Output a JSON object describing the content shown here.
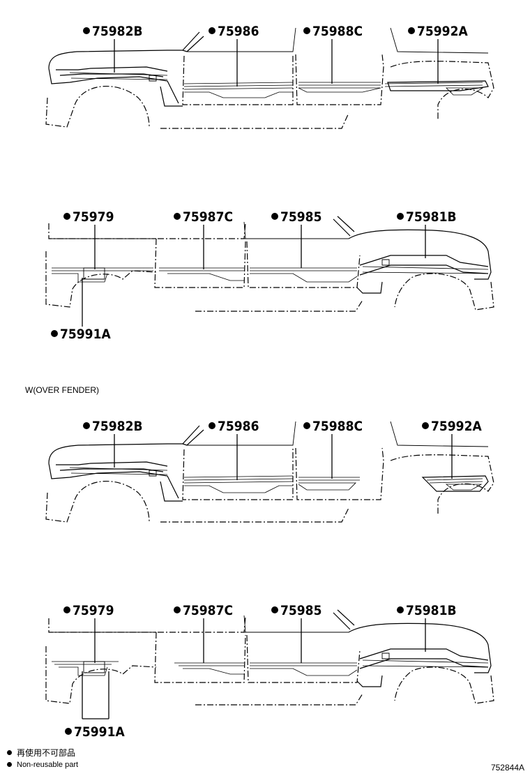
{
  "diagram": {
    "views": [
      {
        "id": "view-1-right-side",
        "callouts": [
          "75982B",
          "75986",
          "75988C",
          "75992A"
        ]
      },
      {
        "id": "view-2-left-side",
        "callouts": [
          "75979",
          "75987C",
          "75985",
          "75981B",
          "75991A"
        ]
      },
      {
        "id": "view-3-right-side-over-fender",
        "callouts": [
          "75982B",
          "75986",
          "75988C",
          "75992A"
        ]
      },
      {
        "id": "view-4-left-side-over-fender",
        "callouts": [
          "75979",
          "75987C",
          "75985",
          "75981B",
          "75991A"
        ]
      }
    ],
    "section_caption": "W(OVER FENDER)"
  },
  "labels": {
    "v1": {
      "a": "75982B",
      "b": "75986",
      "c": "75988C",
      "d": "75992A"
    },
    "v2": {
      "a": "75979",
      "b": "75987C",
      "c": "75985",
      "d": "75981B",
      "e": "75991A"
    },
    "v3": {
      "a": "75982B",
      "b": "75986",
      "c": "75988C",
      "d": "75992A"
    },
    "v4": {
      "a": "75979",
      "b": "75987C",
      "c": "75985",
      "d": "75981B",
      "e": "75991A"
    }
  },
  "legend": {
    "japanese": "再使用不可部品",
    "english": "Non-reusable part"
  },
  "figure_id": "752844A"
}
